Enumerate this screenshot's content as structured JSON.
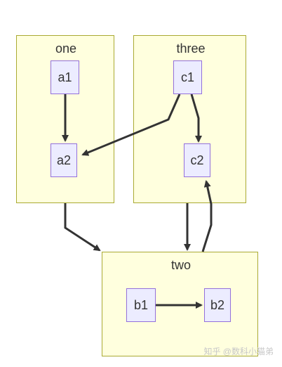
{
  "diagram": {
    "clusters": {
      "one": {
        "label": "one"
      },
      "three": {
        "label": "three"
      },
      "two": {
        "label": "two"
      }
    },
    "nodes": {
      "a1": "a1",
      "a2": "a2",
      "c1": "c1",
      "c2": "c2",
      "b1": "b1",
      "b2": "b2"
    },
    "edges": [
      {
        "from": "a1",
        "to": "a2"
      },
      {
        "from": "c1",
        "to": "a2"
      },
      {
        "from": "c1",
        "to": "c2"
      },
      {
        "from": "one",
        "to": "two"
      },
      {
        "from": "three",
        "to": "two"
      },
      {
        "from": "two",
        "to": "c2"
      },
      {
        "from": "b1",
        "to": "b2"
      }
    ],
    "colors": {
      "cluster_fill": "#ffffde",
      "cluster_border": "#aaaa33",
      "node_fill": "#ececff",
      "node_border": "#9370db",
      "edge": "#333333"
    }
  },
  "watermark": "知乎 @数科小猫弟"
}
